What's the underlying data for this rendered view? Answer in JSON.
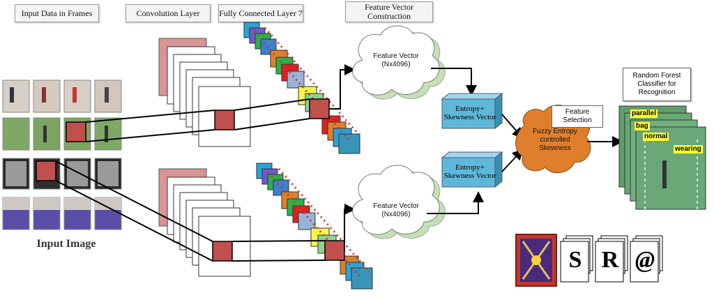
{
  "headers": {
    "input_data": "Input Data in Frames",
    "conv_layer": "Convolution Layer",
    "fc_layer": "Fully Connected Layer 7",
    "feature_vector_line1": "Feature Vector",
    "feature_vector_line2": "Construction"
  },
  "input_image_label": "Input Image",
  "cloud_top": {
    "line1": "Feature Vector",
    "line2": "(Nx4096)"
  },
  "cloud_bottom": {
    "line1": "Feature Vector",
    "line2": "(Nx4096)"
  },
  "entropy_top": {
    "line1": "Entropy+",
    "line2": "Skewness Vector"
  },
  "entropy_bottom": {
    "line1": "Entropy+",
    "line2": "Skewness Vector"
  },
  "fuzzy": {
    "line1": "Fuzzy Entropy",
    "line2": "controlled",
    "line3": "Skewness"
  },
  "feature_selection": {
    "line1": "Feature",
    "line2": "Selection"
  },
  "classifier": {
    "line1": "Random Forest",
    "line2": "Classifier for",
    "line3": "Recognition"
  },
  "output_tags": [
    "parallel",
    "bag",
    "normal",
    "wearing"
  ],
  "logo_letters": [
    "S",
    "R",
    "@"
  ],
  "colors": {
    "conv_back": "#d99494",
    "red_square": "#c0504d",
    "arrow": "#000000",
    "cloud_fill": "#ffffff",
    "cloud_shade": "#c6e0b4",
    "entropy_fill": "#5fb8d9",
    "fuzzy_fill": "#e07f2b",
    "tag_fill": "#ffff33",
    "dots": "#c0392b"
  }
}
